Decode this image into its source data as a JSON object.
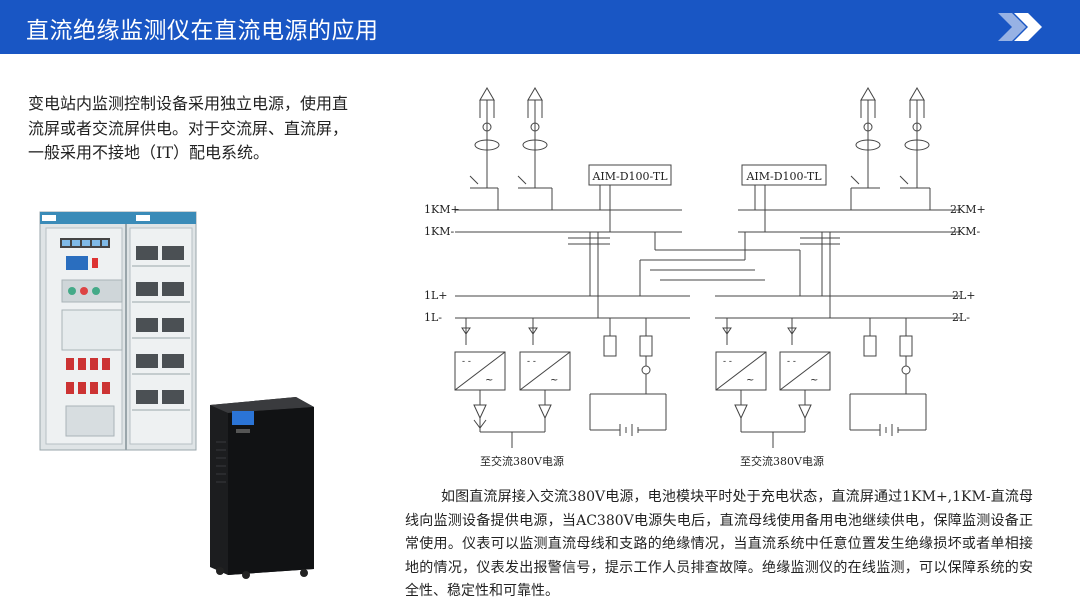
{
  "header": {
    "title": "直流绝缘监测仪在直流电源的应用",
    "background_color": "#1956c4",
    "icon": "double-chevron-right-icon"
  },
  "intro_text": "变电站内监测控制设备采用独立电源，使用直流屏或者交流屏供电。对于交流屏、直流屏，一般采用不接地（IT）配电系统。",
  "images": {
    "cabinet": "dc-power-cabinet-image",
    "ups": "ups-tower-image"
  },
  "diagram": {
    "device_left": "AIM-D100-TL",
    "device_right": "AIM-D100-TL",
    "bus_1kmp": "1KM+",
    "bus_1kmn": "1KM-",
    "bus_2kmp": "2KM+",
    "bus_2kmn": "2KM-",
    "bus_1lp": "1L+",
    "bus_1ln": "1L-",
    "bus_2lp": "2L+",
    "bus_2ln": "2L-",
    "ac_left": "至交流380V电源",
    "ac_right": "至交流380V电源",
    "line_color": "#444444"
  },
  "description": "如图直流屏接入交流380V电源，电池模块平时处于充电状态，直流屏通过1KM+,1KM-直流母线向监测设备提供电源，当AC380V电源失电后，直流母线使用备用电池继续供电，保障监测设备正常使用。仪表可以监测直流母线和支路的绝缘情况，当直流系统中任意位置发生绝缘损坏或者单相接地的情况，仪表发出报警信号，提示工作人员排查故障。绝缘监测仪的在线监测，可以保障系统的安全性、稳定性和可靠性。"
}
